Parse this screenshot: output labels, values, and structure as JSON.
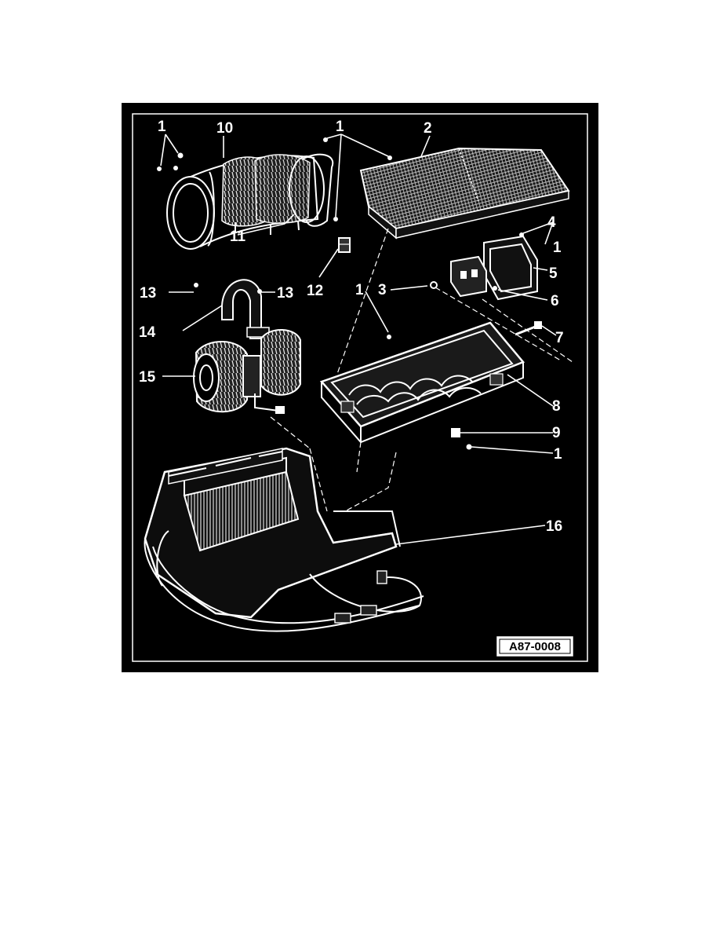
{
  "figure": {
    "id": "A87-0008",
    "background": "#000000",
    "foreground": "#ffffff"
  },
  "callouts": {
    "c1a": "1",
    "c1b": "1",
    "c1c": "1",
    "c1d": "1",
    "c1e": "1",
    "c2": "2",
    "c3": "3",
    "c4": "4",
    "c5": "5",
    "c6": "6",
    "c7": "7",
    "c8": "8",
    "c9": "9",
    "c10": "10",
    "c11": "11",
    "c12": "12",
    "c13a": "13",
    "c13b": "13",
    "c14": "14",
    "c15": "15",
    "c16": "16"
  }
}
